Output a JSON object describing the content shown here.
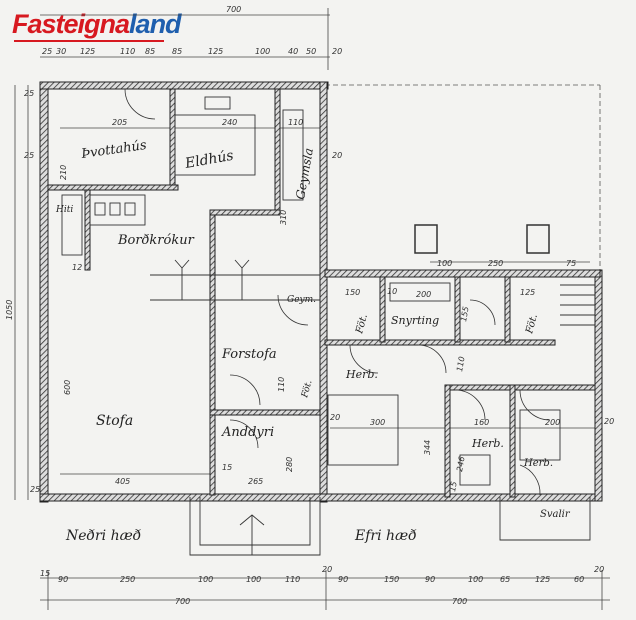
{
  "logo": {
    "part1": "Fasteigna",
    "part2": "land",
    "colors": {
      "red": "#d71920",
      "blue": "#1f5fae"
    }
  },
  "rooms": {
    "laundry": "Þvottahús",
    "kitchen": "Eldhús",
    "storage": "Geymsla",
    "dining_nook": "Borðkrókur",
    "heating": "Hiti",
    "hall": "Forstofa",
    "living": "Stofa",
    "entry": "Anddyri",
    "storage_small": "Geym.",
    "closet1": "Föt.",
    "closet2": "Föt.",
    "closet3": "Föt.",
    "wc": "Snyrting",
    "bedroom1": "Herb.",
    "bedroom2": "Herb.",
    "bedroom3": "Herb.",
    "balcony": "Svalir"
  },
  "floors": {
    "lower": "Neðri hæð",
    "upper": "Efri hæð"
  },
  "dimensions": {
    "top_total": "700",
    "top_row": [
      "25",
      "30",
      "125",
      "110",
      "85",
      "85",
      "125",
      "100",
      "40",
      "50",
      "20"
    ],
    "bottom_row": [
      "15",
      "90",
      "250",
      "100",
      "100",
      "110",
      "20",
      "90",
      "150",
      "90",
      "100",
      "65",
      "125",
      "60",
      "20"
    ],
    "bottom_totals": [
      "700",
      "700"
    ],
    "left_total": "1050",
    "left_side": [
      "25",
      "25",
      "210",
      "12",
      "600",
      "25"
    ],
    "interior": {
      "laundry_w": "205",
      "kitchen_w": "240",
      "storage_w": "110",
      "storage_h": "310",
      "wall_20a": "20",
      "living_w": "405",
      "entry_w": "265",
      "hall_h": "110",
      "living_h": "600",
      "upper_top": [
        "100",
        "250",
        "75"
      ],
      "upper_closet": "150",
      "upper_wc": "200",
      "upper_10a": "10",
      "upper_125": "125",
      "upper_wc_h": "155",
      "upper_hall_h": "110",
      "upper_300": "300",
      "upper_344": "344",
      "upper_160": "160",
      "upper_200": "200",
      "upper_20b": "20",
      "upper_20c": "20",
      "upper_246": "246",
      "upper_15": "15",
      "entry_280": "280",
      "entry_15": "15"
    }
  }
}
